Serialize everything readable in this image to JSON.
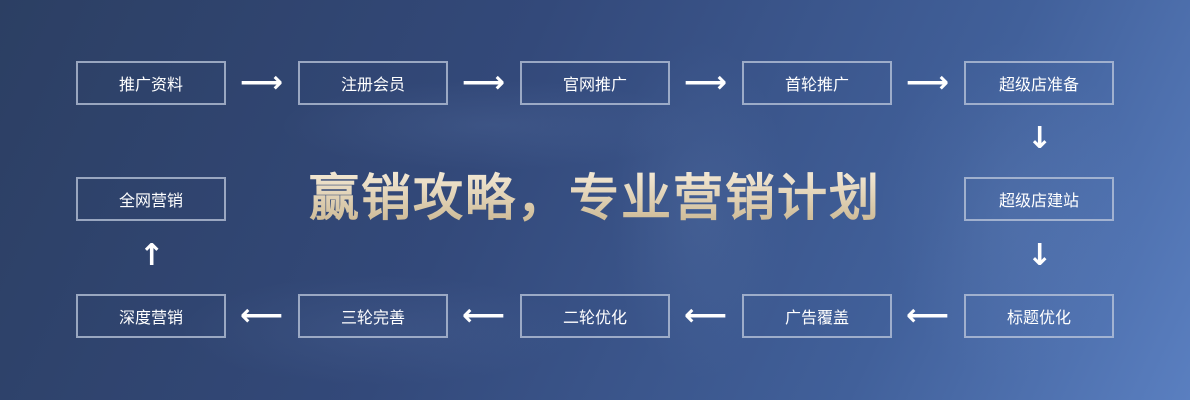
{
  "title": "赢销攻略，专业营销计划",
  "steps": [
    "推广资料",
    "注册会员",
    "官网推广",
    "首轮推广",
    "超级店准备",
    "超级店建站",
    "标题优化",
    "广告覆盖",
    "二轮优化",
    "三轮完善",
    "深度营销",
    "全网营销"
  ],
  "arrows": {
    "right": "⟶",
    "left": "⟵",
    "down": "↓",
    "up": "↑"
  },
  "colors": {
    "bg_dark": "#2c3f63",
    "bg_light": "#5a7fc0",
    "title_top": "#f6ecd9",
    "title_bottom": "#c9b58f"
  }
}
